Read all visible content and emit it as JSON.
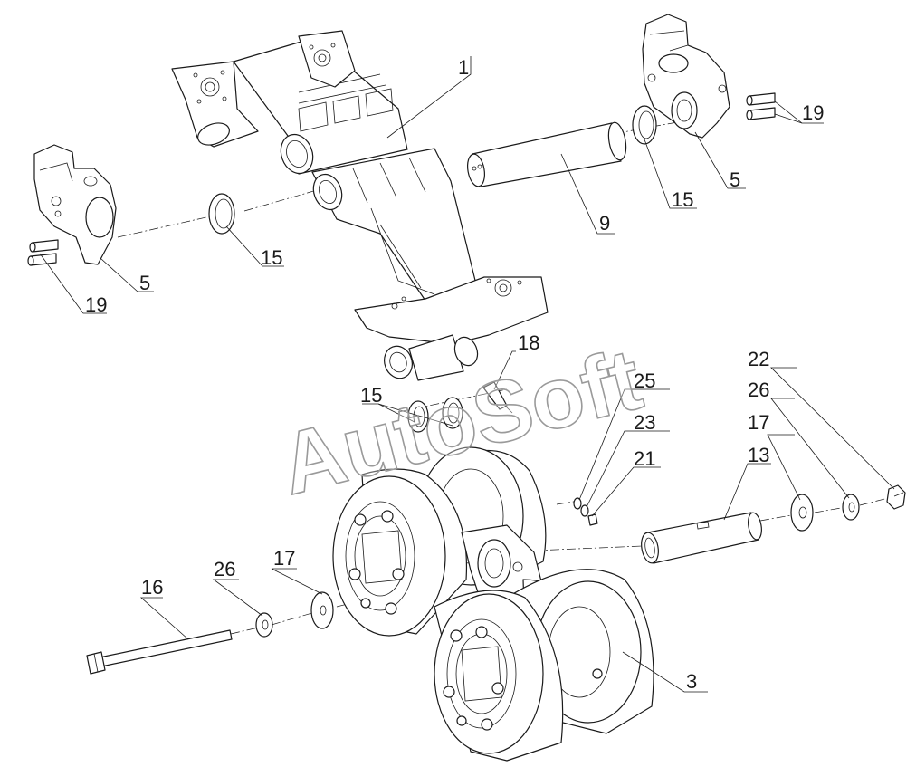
{
  "watermark": "AutoSoft",
  "callouts": {
    "c1": "1",
    "c5a": "5",
    "c5b": "5",
    "c19a": "19",
    "c19b": "19",
    "c15a": "15",
    "c15b": "15",
    "c15c": "15",
    "c9": "9",
    "c18": "18",
    "c25": "25",
    "c23": "23",
    "c21": "21",
    "c13": "13",
    "c17a": "17",
    "c17b": "17",
    "c26a": "26",
    "c26b": "26",
    "c22": "22",
    "c16": "16",
    "c3": "3"
  }
}
